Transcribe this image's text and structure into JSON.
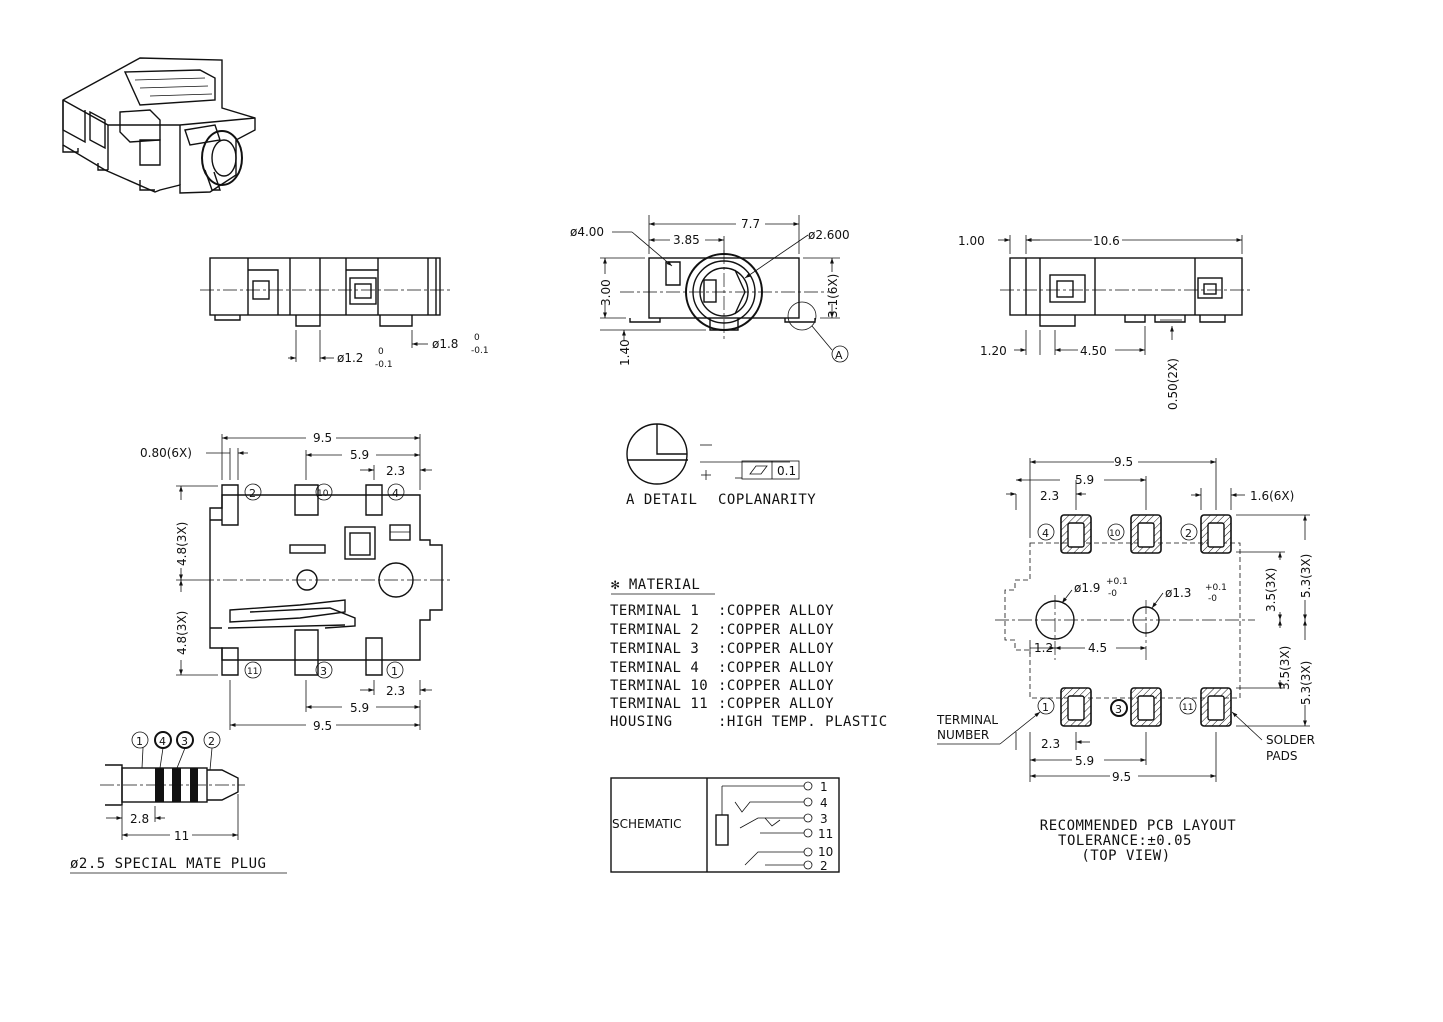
{
  "view_top": {
    "dim_phi4": "ø4.00",
    "dim_7_7": "7.7",
    "dim_phi2_6": "ø2.600",
    "dim_3_85": "3.85",
    "dim_3_00": "3.00",
    "dim_3_1": "3.1(6X)",
    "dim_1_40": "1.40",
    "detail_callout": "A"
  },
  "view_left": {
    "dim_phi1_2": "ø1.2",
    "dim_phi1_2_tol_upper": "0",
    "dim_phi1_2_tol_lower": "-0.1",
    "dim_phi1_8": "ø1.8",
    "dim_phi1_8_tol_upper": "0",
    "dim_phi1_8_tol_lower": "-0.1"
  },
  "view_right": {
    "dim_1_00": "1.00",
    "dim_10_6": "10.6",
    "dim_1_20": "1.20",
    "dim_4_50": "4.50",
    "dim_0_50": "0.50(2X)"
  },
  "detail": {
    "label_a_detail": "A DETAIL",
    "label_coplanarity": "COPLANARITY",
    "tolerance_value": "0.1"
  },
  "bottom_view": {
    "dim_9_5_top": "9.5",
    "dim_0_80": "0.80(6X)",
    "dim_5_9_top": "5.9",
    "dim_2_3_top": "2.3",
    "dim_4_8_upper": "4.8(3X)",
    "dim_4_8_lower": "4.8(3X)",
    "dim_2_3_bottom": "2.3",
    "dim_5_9_bottom": "5.9",
    "dim_9_5_bottom": "9.5",
    "terminals_top": [
      "2",
      "10",
      "4"
    ],
    "terminals_bottom": [
      "11",
      "3",
      "1"
    ]
  },
  "plug": {
    "terminal_labels": [
      "1",
      "4",
      "3",
      "2"
    ],
    "dim_2_8": "2.8",
    "dim_11": "11",
    "caption": "ø2.5 SPECIAL MATE PLUG"
  },
  "material": {
    "title": "✻ MATERIAL",
    "rows": [
      {
        "part": "TERMINAL 1",
        "spec": ":COPPER ALLOY"
      },
      {
        "part": "TERMINAL 2",
        "spec": ":COPPER ALLOY"
      },
      {
        "part": "TERMINAL 3",
        "spec": ":COPPER ALLOY"
      },
      {
        "part": "TERMINAL 4",
        "spec": ":COPPER ALLOY"
      },
      {
        "part": "TERMINAL 10",
        "spec": ":COPPER ALLOY"
      },
      {
        "part": "TERMINAL 11",
        "spec": ":COPPER ALLOY"
      },
      {
        "part": "HOUSING",
        "spec": ":HIGH TEMP. PLASTIC"
      }
    ]
  },
  "schematic": {
    "label": "SCHEMATIC",
    "pins": [
      "1",
      "4",
      "3",
      "11",
      "10",
      "2"
    ]
  },
  "pcb": {
    "dim_9_5_top": "9.5",
    "dim_5_9_top": "5.9",
    "dim_2_3_top": "2.3",
    "dim_1_6": "1.6(6X)",
    "dim_hole_large": "ø1.9",
    "dim_hole_large_tol_upper": "+0.1",
    "dim_hole_large_tol_lower": "-0",
    "dim_hole_small": "ø1.3",
    "dim_hole_small_tol_upper": "+0.1",
    "dim_hole_small_tol_lower": "-0",
    "dim_1_2": "1.2",
    "dim_4_5": "4.5",
    "dim_3_5_upper": "3.5(3X)",
    "dim_5_3_upper": "5.3(3X)",
    "dim_3_5_lower": "3.5(3X)",
    "dim_5_3_lower": "5.3(3X)",
    "dim_2_3_bottom": "2.3",
    "dim_5_9_bottom": "5.9",
    "dim_9_5_bottom": "9.5",
    "label_terminal": "TERMINAL",
    "label_number": "NUMBER",
    "label_solder": "SOLDER",
    "label_pads": "PADS",
    "pads_top": [
      "4",
      "10",
      "2"
    ],
    "pads_bottom": [
      "1",
      "3",
      "11"
    ],
    "caption_line1": "RECOMMENDED PCB LAYOUT",
    "caption_line2": "TOLERANCE:±0.05",
    "caption_line3": "(TOP VIEW)"
  }
}
